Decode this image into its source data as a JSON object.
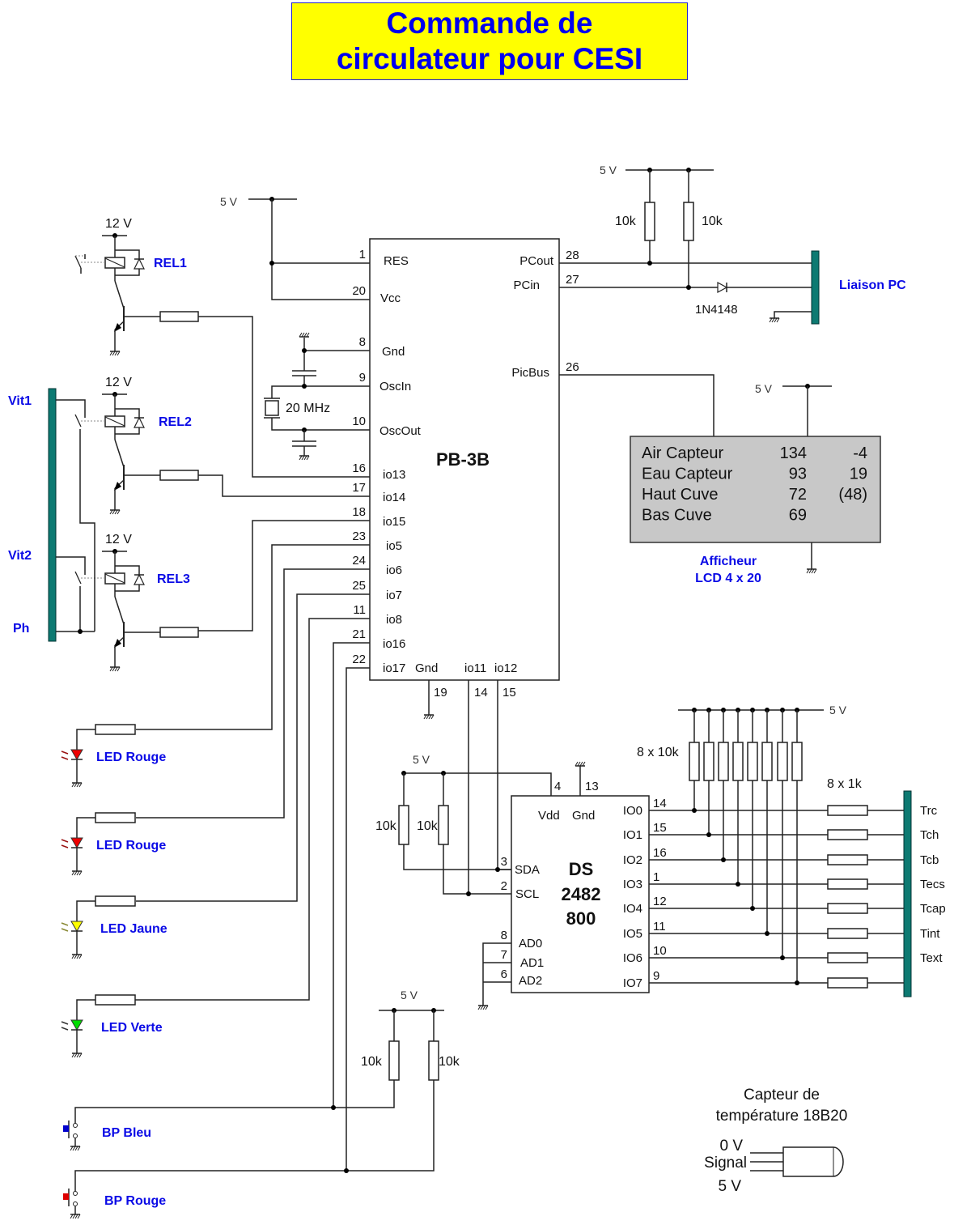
{
  "title": {
    "line1": "Commande de",
    "line2": "circulateur pour CESI"
  },
  "colors": {
    "title_bg": "#ffff00",
    "title_text": "#0000ee",
    "label_blue": "#0a0ae6",
    "connector_bar": "#0d7a72",
    "lcd_bg": "#c8c8c8",
    "led_red": "#ee0000",
    "led_yellow": "#ffff00",
    "led_green": "#00dd00",
    "bp_blue": "#0000cc",
    "bp_red": "#dd0000"
  },
  "supply": {
    "v12": "12 V",
    "v5": "5 V"
  },
  "relays": [
    {
      "label": "REL1"
    },
    {
      "label": "REL2"
    },
    {
      "label": "REL3"
    }
  ],
  "left_connector": {
    "vit1": "Vit1",
    "vit2": "Vit2",
    "ph": "Ph"
  },
  "mcu": {
    "name": "PB-3B",
    "left_pins": [
      {
        "num": "1",
        "name": "RES"
      },
      {
        "num": "20",
        "name": "Vcc"
      },
      {
        "num": "8",
        "name": "Gnd"
      },
      {
        "num": "9",
        "name": "OscIn"
      },
      {
        "num": "10",
        "name": "OscOut"
      },
      {
        "num": "16",
        "name": "io13"
      },
      {
        "num": "17",
        "name": "io14"
      },
      {
        "num": "18",
        "name": "io15"
      },
      {
        "num": "23",
        "name": "io5"
      },
      {
        "num": "24",
        "name": "io6"
      },
      {
        "num": "25",
        "name": "io7"
      },
      {
        "num": "11",
        "name": "io8"
      },
      {
        "num": "21",
        "name": "io16"
      },
      {
        "num": "22",
        "name": "io17"
      }
    ],
    "right_pins": [
      {
        "num": "28",
        "name": "PCout"
      },
      {
        "num": "27",
        "name": "PCin"
      },
      {
        "num": "26",
        "name": "PicBus"
      }
    ],
    "bottom_pins": [
      {
        "num": "19",
        "name": "Gnd"
      },
      {
        "num": "14",
        "name": "io11"
      },
      {
        "num": "15",
        "name": "io12"
      }
    ]
  },
  "crystal": {
    "label": "20 MHz"
  },
  "pc_link": {
    "r1": "10k",
    "r2": "10k",
    "diode": "1N4148",
    "label": "Liaison PC"
  },
  "lcd": {
    "label_line1": "Afficheur",
    "label_line2": "LCD 4 x 20",
    "rows": [
      {
        "name": "Air Capteur",
        "v1": "134",
        "v2": "-4"
      },
      {
        "name": "Eau Capteur",
        "v1": "93",
        "v2": "19"
      },
      {
        "name": "Haut Cuve",
        "v1": "72",
        "v2": "(48)"
      },
      {
        "name": "Bas Cuve",
        "v1": "69",
        "v2": ""
      }
    ]
  },
  "leds": [
    {
      "label": "LED Rouge"
    },
    {
      "label": "LED Rouge"
    },
    {
      "label": "LED Jaune"
    },
    {
      "label": "LED Verte"
    }
  ],
  "buttons": [
    {
      "label": "BP Bleu"
    },
    {
      "label": "BP Rouge"
    }
  ],
  "bp_pullups": {
    "r1": "10k",
    "r2": "10k"
  },
  "i2c_pullups": {
    "r1": "10k",
    "r2": "10k"
  },
  "ds2482": {
    "name_line1": "DS",
    "name_line2": "2482",
    "name_line3": "800",
    "top_pins": [
      {
        "num": "4",
        "name": "Vdd"
      },
      {
        "num": "13",
        "name": "Gnd"
      }
    ],
    "left_pins": [
      {
        "num": "3",
        "name": "SDA"
      },
      {
        "num": "2",
        "name": "SCL"
      },
      {
        "num": "8",
        "name": "AD0"
      },
      {
        "num": "7",
        "name": "AD1"
      },
      {
        "num": "6",
        "name": "AD2"
      }
    ],
    "right_pins": [
      {
        "num": "14",
        "name": "IO0",
        "sensor": "Trc"
      },
      {
        "num": "15",
        "name": "IO1",
        "sensor": "Tch"
      },
      {
        "num": "16",
        "name": "IO2",
        "sensor": "Tcb"
      },
      {
        "num": "1",
        "name": "IO3",
        "sensor": "Tecs"
      },
      {
        "num": "12",
        "name": "IO4",
        "sensor": "Tcap"
      },
      {
        "num": "11",
        "name": "IO5",
        "sensor": "Tint"
      },
      {
        "num": "10",
        "name": "IO6",
        "sensor": "Text"
      },
      {
        "num": "9",
        "name": "IO7",
        "sensor": ""
      }
    ],
    "pullup_label": "8 x 10k",
    "series_label": "8 x 1k"
  },
  "sensor": {
    "title_line1": "Capteur de",
    "title_line2": "température 18B20",
    "pin1": "0 V",
    "pin2": "Signal",
    "pin3": "5 V"
  }
}
